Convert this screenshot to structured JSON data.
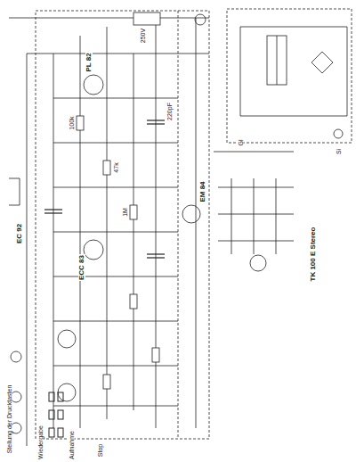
{
  "diagram": {
    "caption": "TK 100 E Stereo",
    "labels": [
      "PL 82",
      "EM 84",
      "ECC 83",
      "EC 92",
      "100k",
      "47k",
      "1M",
      "220pF",
      "250V",
      "Wiedergabe",
      "Aufnahme",
      "Stop",
      "Stellung der Drucktasten",
      "Gl",
      "Si"
    ]
  }
}
